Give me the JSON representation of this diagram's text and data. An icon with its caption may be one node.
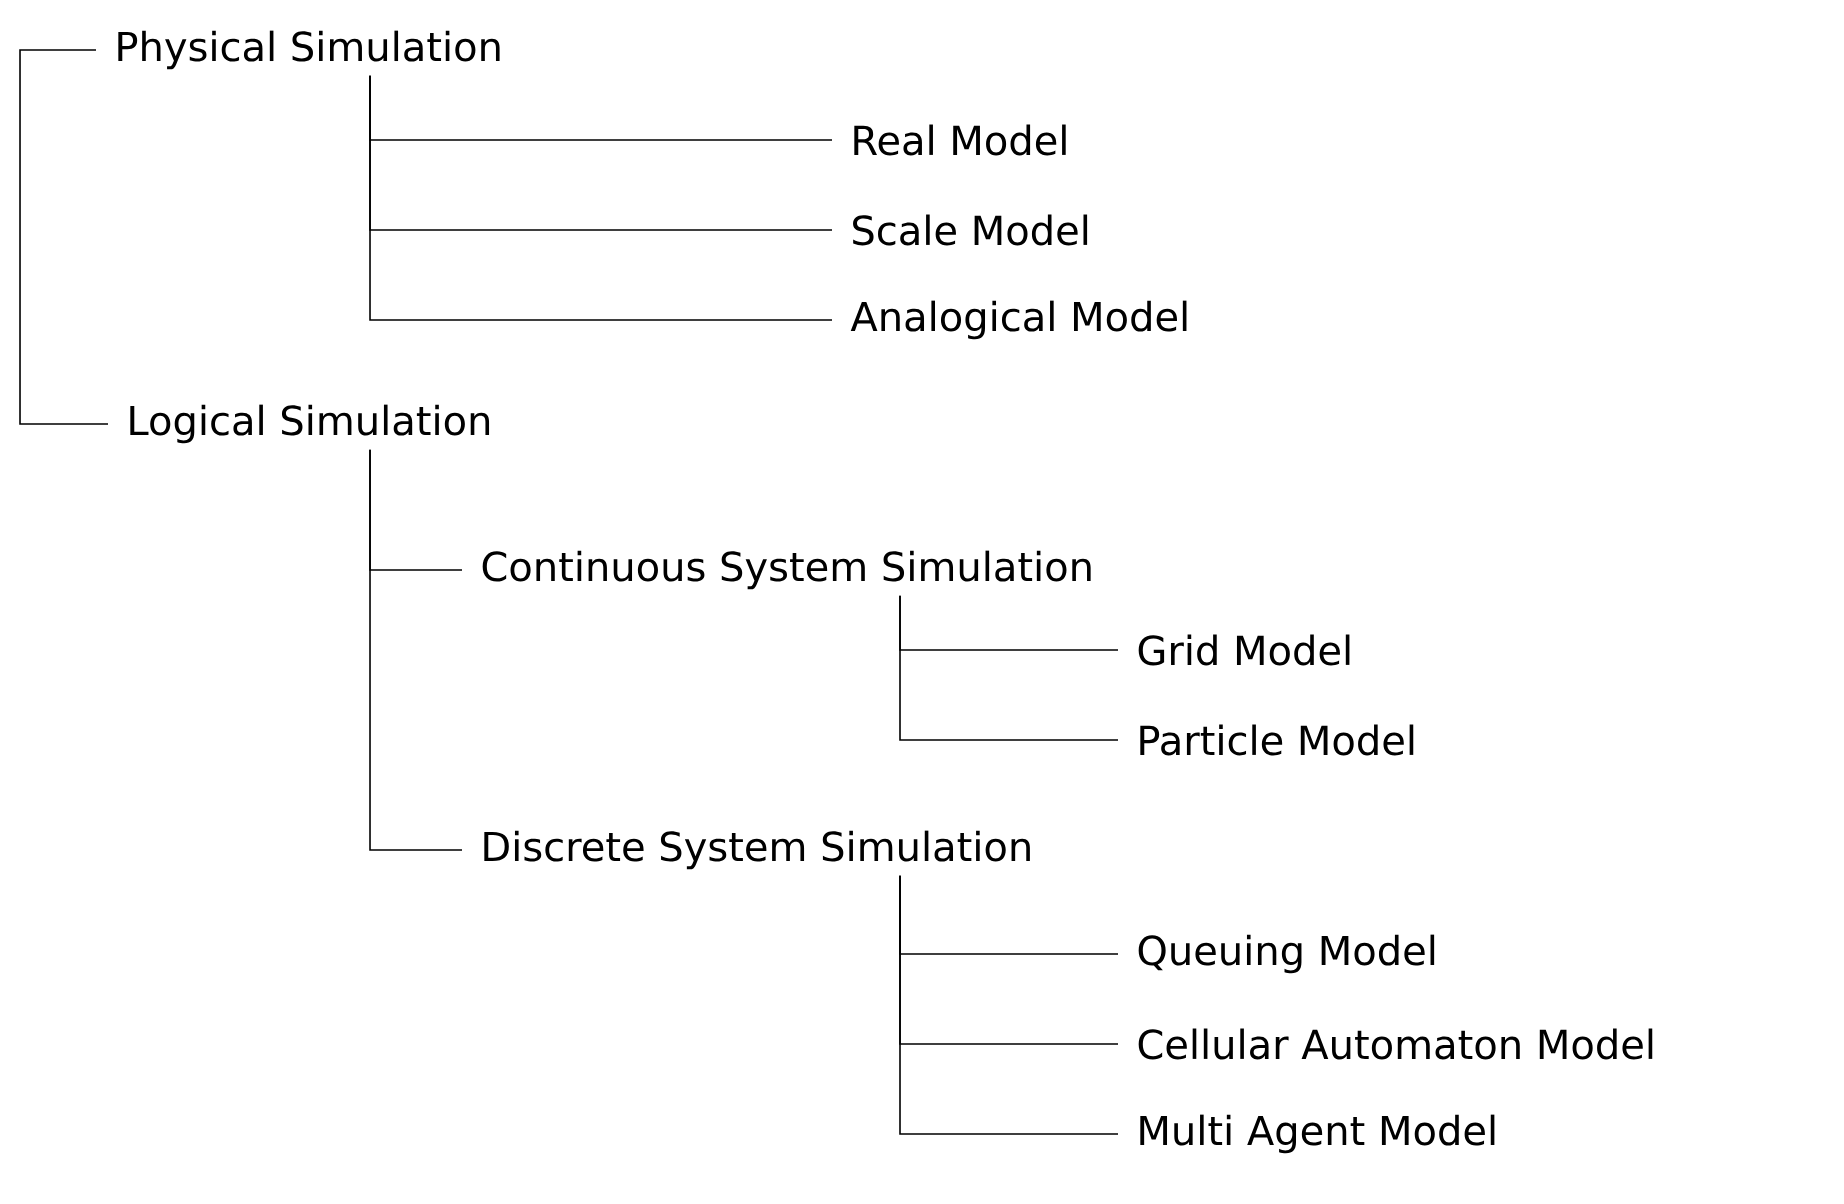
{
  "diagram": {
    "nodes": [
      {
        "text": [
          "Physical Simulation"
        ]
      },
      {
        "text": [
          "Real Model"
        ]
      },
      {
        "text": [
          "Scale Model"
        ]
      },
      {
        "text": [
          "Analogical Model"
        ]
      },
      {
        "text": [
          "Logical Simulation"
        ]
      },
      {
        "text": [
          "Continuous System Simulation"
        ]
      },
      {
        "text": [
          "Grid Model"
        ]
      },
      {
        "text": [
          "Particle Model"
        ]
      },
      {
        "text": [
          "Discrete System Simulation"
        ]
      },
      {
        "text": [
          "Queuing Model"
        ]
      },
      {
        "text": [
          "Cellular Automaton Model"
        ]
      },
      {
        "text": [
          "Multi Agent Model"
        ]
      }
    ],
    "edges": [
      {
        "from": 0,
        "to": 4,
        "arrow": "none"
      },
      {
        "from": 0,
        "to": 1,
        "arrow": "none"
      },
      {
        "from": 0,
        "to": 2,
        "arrow": "none"
      },
      {
        "from": 0,
        "to": 3,
        "arrow": "none"
      },
      {
        "from": 4,
        "to": 5,
        "arrow": "none"
      },
      {
        "from": 4,
        "to": 8,
        "arrow": "none"
      },
      {
        "from": 5,
        "to": 6,
        "arrow": "none"
      },
      {
        "from": 5,
        "to": 7,
        "arrow": "none"
      },
      {
        "from": 8,
        "to": 9,
        "arrow": "none"
      },
      {
        "from": 8,
        "to": 10,
        "arrow": "none"
      },
      {
        "from": 8,
        "to": 11,
        "arrow": "none"
      }
    ]
  }
}
